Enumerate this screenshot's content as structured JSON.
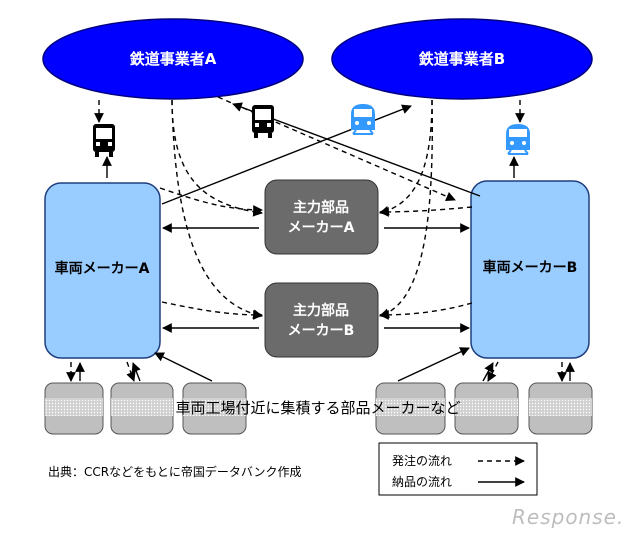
{
  "operators": {
    "a": "鉄道事業者A",
    "b": "鉄道事業者B"
  },
  "makers": {
    "a": "車両メーカーA",
    "b": "車両メーカーB"
  },
  "major_parts": {
    "a": [
      "主力部品",
      "メーカーA"
    ],
    "b": [
      "主力部品",
      "メーカーB"
    ]
  },
  "cluster_label": "車両工場付近に集積する部品メーカーなど",
  "source_note": "出典：CCRなどをもとに帝国データバンク作成",
  "legend": {
    "order_flow": "発注の流れ",
    "delivery_flow": "納品の流れ"
  },
  "icons": [
    "bus-icon",
    "train-icon"
  ],
  "colors": {
    "operator_fill": "#0000ff",
    "maker_fill": "#99ccff",
    "major_part_fill": "#6b6b6b",
    "small_part_fill": "#bfbfbf",
    "train_icon": "#3399ff"
  },
  "logo_text": "Response."
}
